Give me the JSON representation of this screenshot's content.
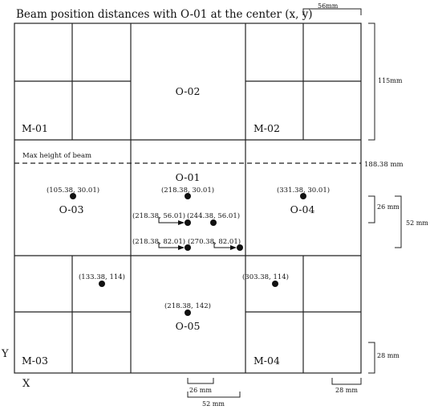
{
  "title": "Beam position distances with O-01 at the center  (x, y)",
  "modules": {
    "m01": "M-01",
    "m02": "M-02",
    "m03": "M-03",
    "m04": "M-04",
    "o01": "O-01",
    "o02": "O-02",
    "o03": "O-03",
    "o04": "O-04",
    "o05": "O-05"
  },
  "beam": {
    "max_height_label": "Max height of beam",
    "max_height_value": "188.38 mm"
  },
  "dimensions": {
    "top_width": "56mm",
    "right_height_upper": "115mm",
    "right_26": "26 mm",
    "right_52": "52 mm",
    "right_28": "28 mm",
    "bottom_26": "26 mm",
    "bottom_52": "52 mm",
    "bottom_28": "28 mm"
  },
  "beam_points": [
    {
      "label": "(105.38, 30.01)"
    },
    {
      "label": "(218.38, 30.01)"
    },
    {
      "label": "(331.38, 30.01)"
    },
    {
      "label": "(218.38, 56.01)"
    },
    {
      "label": "(244.38, 56.01)"
    },
    {
      "label": "(218.38, 82.01)"
    },
    {
      "label": "(270.38, 82.01)"
    },
    {
      "label": "(133.38, 114)"
    },
    {
      "label": "(303.38, 114)"
    },
    {
      "label": "(218.38, 142)"
    }
  ],
  "axes": {
    "y": "Y",
    "x": "X"
  }
}
